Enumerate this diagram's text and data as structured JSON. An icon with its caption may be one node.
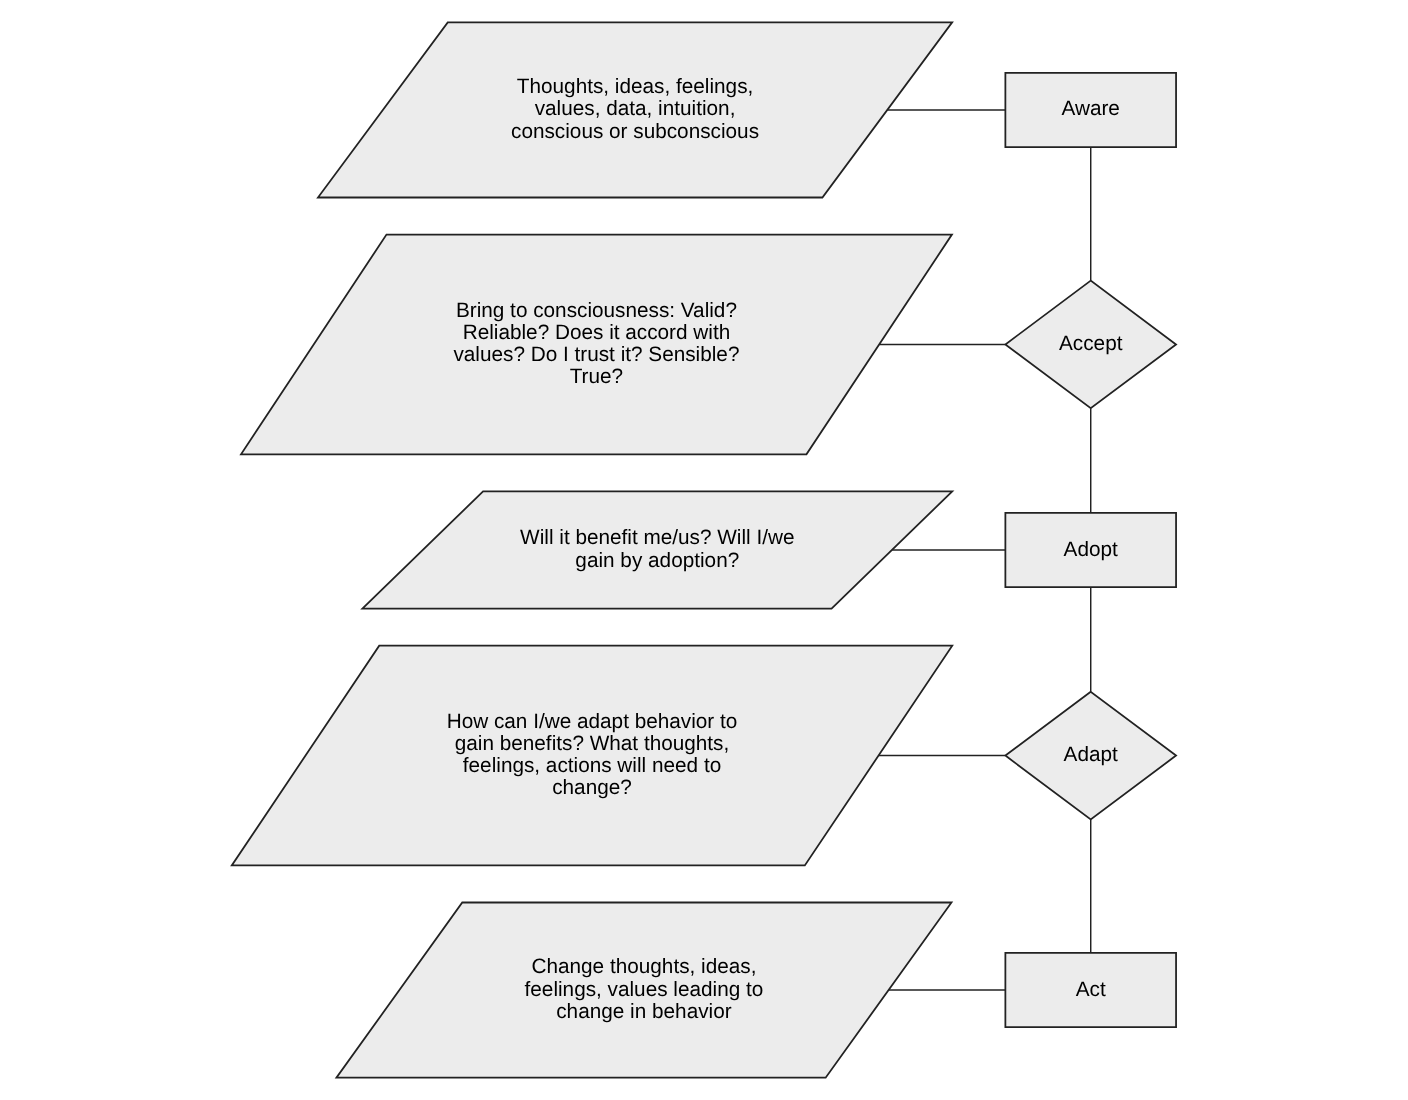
{
  "diagram": {
    "nodes": [
      {
        "text": [
          "Thoughts, ideas, feelings, values, data, intuition, conscious or subconscious"
        ]
      },
      {
        "text": [
          "Aware"
        ]
      },
      {
        "text": [
          "Bring to consciousness: Valid? Reliable? Does it accord with values? Do I trust it? Sensible? True?"
        ]
      },
      {
        "text": [
          "Accept"
        ]
      },
      {
        "text": [
          "Will it benefit me/us? Will I/we gain by adoption?"
        ]
      },
      {
        "text": [
          "Adopt"
        ]
      },
      {
        "text": [
          "How can I/we adapt behavior to gain benefits? What thoughts, feelings, actions will need to change?"
        ]
      },
      {
        "text": [
          "Adapt"
        ]
      },
      {
        "text": [
          "Change thoughts, ideas, feelings, values leading to change in behavior"
        ]
      },
      {
        "text": [
          "Act"
        ]
      }
    ],
    "edges": [
      {
        "from": 0,
        "to": 1,
        "arrow": "none"
      },
      {
        "from": 2,
        "to": 3,
        "arrow": "none"
      },
      {
        "from": 4,
        "to": 5,
        "arrow": "none"
      },
      {
        "from": 6,
        "to": 7,
        "arrow": "none"
      },
      {
        "from": 8,
        "to": 9,
        "arrow": "none"
      },
      {
        "from": 1,
        "to": 3,
        "arrow": "none"
      },
      {
        "from": 3,
        "to": 5,
        "arrow": "none"
      },
      {
        "from": 5,
        "to": 7,
        "arrow": "none"
      },
      {
        "from": 7,
        "to": 9,
        "arrow": "none"
      }
    ]
  }
}
